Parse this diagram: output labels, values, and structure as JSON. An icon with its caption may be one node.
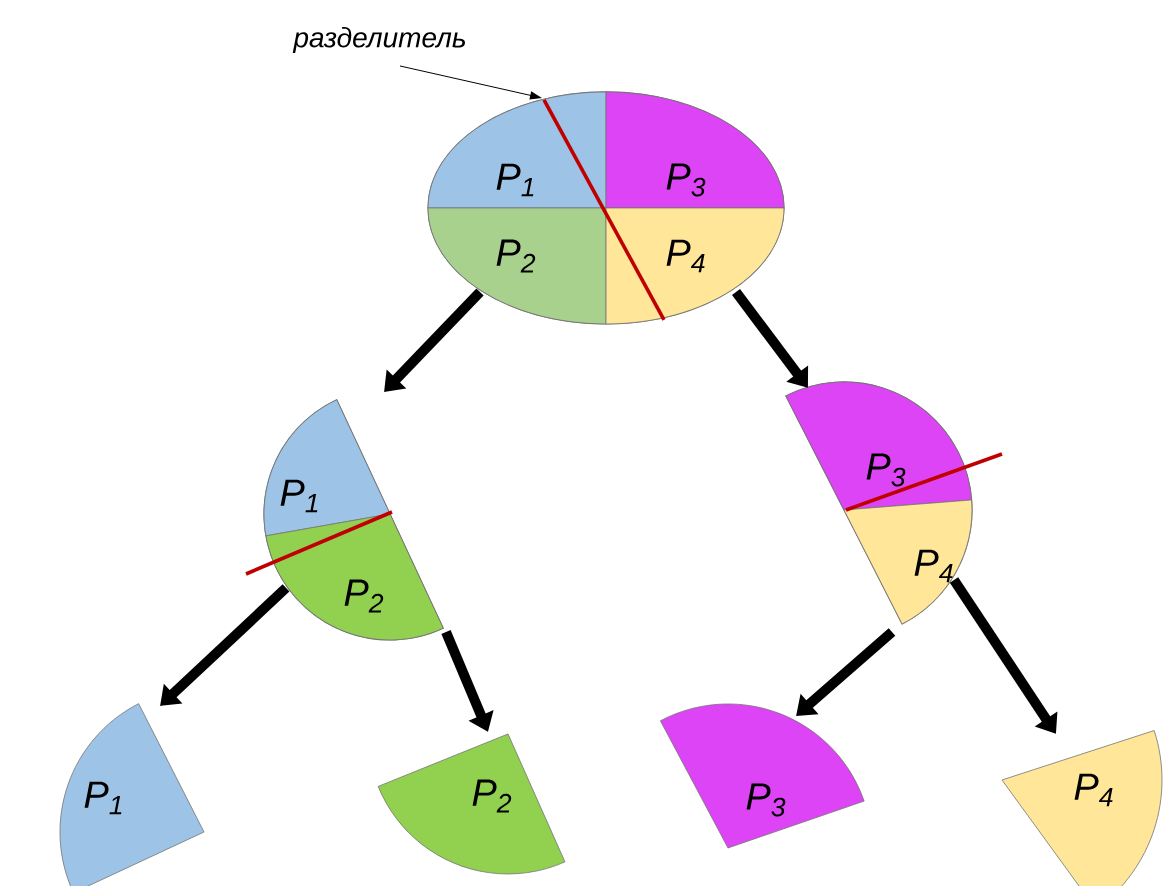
{
  "diagram": {
    "nodes": [
      {
        "text": [
          "разделитель"
        ]
      },
      {
        "text": [],
        "shape": "circle"
      },
      {
        "text": [
          "P$_{1}$"
        ],
        "in": 1
      },
      {
        "text": [
          "P$_{3}$"
        ],
        "in": 1
      },
      {
        "text": [
          "P$_{2}$"
        ],
        "in": 1
      },
      {
        "text": [
          "P$_{4}$"
        ],
        "in": 1
      },
      {
        "text": [],
        "shape": "circle"
      },
      {
        "text": [
          "P$_{1}$"
        ],
        "in": 6
      },
      {
        "text": [
          "P$_{2}$"
        ],
        "in": 6
      },
      {
        "text": [],
        "shape": "circle"
      },
      {
        "text": [
          "P$_{3}$"
        ],
        "in": 9
      },
      {
        "text": [
          "P$_{4}$"
        ],
        "in": 9
      },
      {
        "text": [
          "P$_{1}$"
        ]
      },
      {
        "text": [
          "P$_{2}$"
        ]
      },
      {
        "text": [
          "P$_{3}$"
        ]
      },
      {
        "text": [
          "P$_{4}$"
        ]
      },
      {
        "text": [],
        "shape": "bar",
        "in": 1
      }
    ],
    "edges": [
      {
        "from": 0,
        "to": 16,
        "arrow": "to"
      },
      {
        "from": 1,
        "to": 6,
        "arrow": "to"
      },
      {
        "from": 1,
        "to": 9,
        "arrow": "to"
      },
      {
        "from": 6,
        "to": 12,
        "arrow": "to"
      },
      {
        "from": 6,
        "to": 13,
        "arrow": "to"
      },
      {
        "from": 9,
        "to": 14,
        "arrow": "to"
      },
      {
        "from": 9,
        "to": 15,
        "arrow": "to"
      }
    ]
  }
}
